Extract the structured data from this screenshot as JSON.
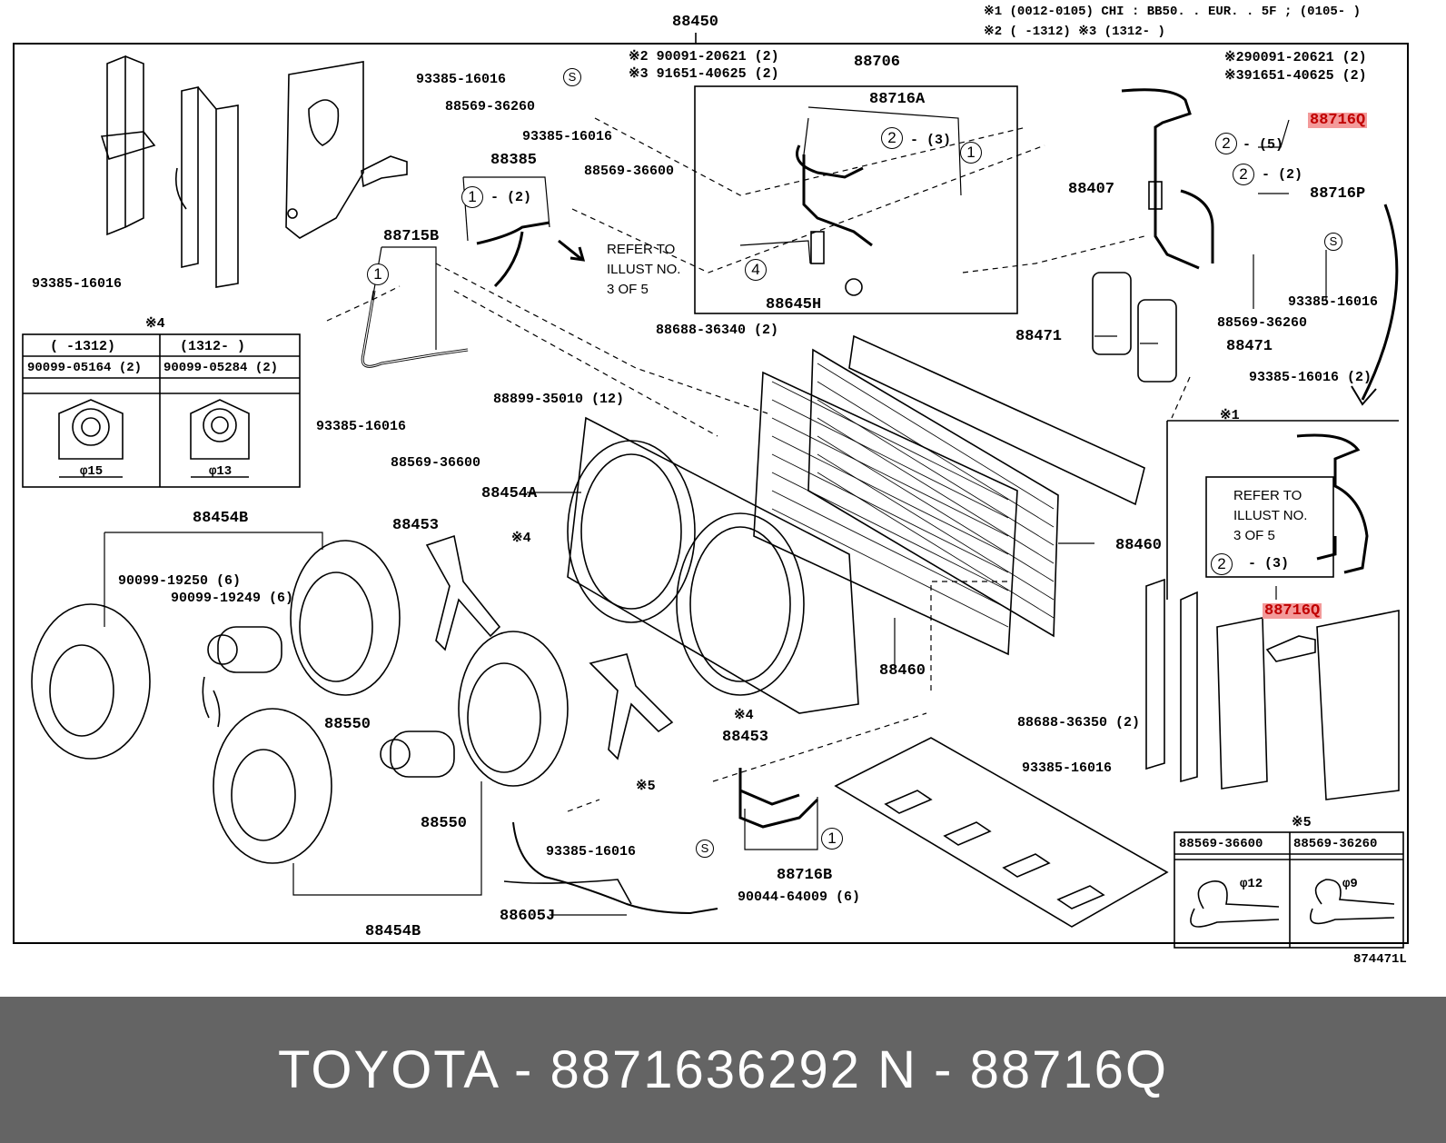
{
  "header": {
    "main_part": "88450",
    "note1": "※1 (0012-0105) CHI : BB50. . EUR. . 5F ; (0105-     )",
    "note2": "※2 (       -1312)    ※3 (1312-       )"
  },
  "highlight_color": "#f39a9a",
  "labels": {
    "p88706": "88706",
    "p88716A": "88716A",
    "p88716Q_top": "88716Q",
    "p88716Q_mid": "88716Q",
    "p88716P": "88716P",
    "p88407": "88407",
    "p88471a": "88471",
    "p88471b": "88471",
    "p88385": "88385",
    "p88715B": "88715B",
    "p88645H": "88645H",
    "p88454A": "88454A",
    "p88454B_top": "88454B",
    "p88454B_bot": "88454B",
    "p88453a": "88453",
    "p88453b": "88453",
    "p88460a": "88460",
    "p88460b": "88460",
    "p88550a": "88550",
    "p88550b": "88550",
    "p88716B": "88716B",
    "p88605J": "88605J",
    "b93385_1": "93385-16016",
    "b93385_2": "93385-16016",
    "b93385_3": "93385-16016",
    "b93385_4": "93385-16016",
    "b93385_5": "93385-16016",
    "b93385_6": "93385-16016 (2)",
    "b93385_7": "93385-16016",
    "b93385_8": "93385-16016",
    "c88569_36260a": "88569-36260",
    "c88569_36260b": "88569-36260",
    "c88569_36600a": "88569-36600",
    "c88569_36600b": "88569-36600",
    "n2_90091": "※2 90091-20621 (2)",
    "n3_91651": "※3 91651-40625 (2)",
    "r2_90091": "※290091-20621 (2)",
    "r3_91651": "※391651-40625 (2)",
    "b88688_36340": "88688-36340 (2)",
    "b88688_36350": "88688-36350 (2)",
    "b88899": "88899-35010 (12)",
    "b90099_19250": "90099-19250 (6)",
    "b90099_19249": "90099-19249 (6)",
    "b90044": "90044-64009 (6)",
    "mark4a": "※4",
    "mark4b": "※4",
    "mark5": "※5",
    "mark1": "※1",
    "refer1": "REFER TO\nILLUST NO.\n3 OF 5",
    "refer2": "REFER TO\nILLUST NO.\n3 OF 5",
    "q1a": "- (2)",
    "q2a": "- (3)",
    "q2b": "- (5)",
    "q2c": "- (2)",
    "q2d": "- (3)",
    "illus_no": "874471L"
  },
  "circle_numbers": {
    "c1": "1",
    "c2": "2",
    "c4": "4",
    "cs": "S"
  },
  "table4": {
    "title": "※4",
    "col1_header": "(      -1312)",
    "col2_header": "(1312-      )",
    "col1_part": "90099-05164 (2)",
    "col2_part": "90099-05284 (2)",
    "col1_dim": "φ15",
    "col2_dim": "φ13"
  },
  "table5": {
    "title": "※5",
    "col1_part": "88569-36600",
    "col2_part": "88569-36260",
    "col1_dim": "φ12",
    "col2_dim": "φ9"
  },
  "footer": {
    "text": "TOYOTA - 8871636292      N - 88716Q"
  }
}
